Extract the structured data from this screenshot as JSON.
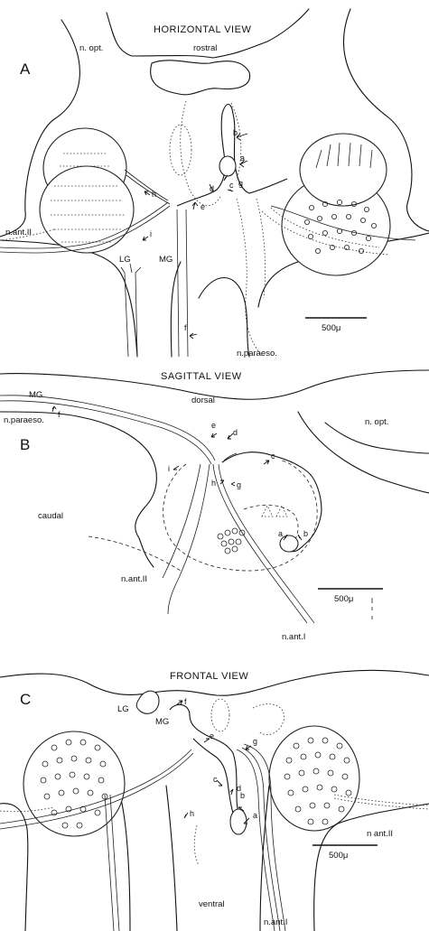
{
  "panels": {
    "A": {
      "letter": "A",
      "title": "HORIZONTAL VIEW",
      "orientation": "rostral",
      "labels": {
        "n_opt": "n. opt.",
        "n_ant_ii": "n.ant.II",
        "lg": "LG",
        "mg": "MG",
        "n_paraeso": "n.paraeso."
      },
      "points": [
        "a",
        "b",
        "c",
        "d",
        "e",
        "f",
        "g",
        "h",
        "i"
      ],
      "scale_bar": "500μ"
    },
    "B": {
      "letter": "B",
      "title": "SAGITTAL VIEW",
      "orientation_top": "dorsal",
      "orientation_left": "caudal",
      "labels": {
        "mg": "MG",
        "n_paraeso": "n.paraeso.",
        "n_opt": "n. opt.",
        "n_ant_ii": "n.ant.II",
        "n_ant_i": "n.ant.I"
      },
      "points": [
        "a",
        "b",
        "c",
        "d",
        "e",
        "f",
        "g",
        "h",
        "i"
      ],
      "scale_bar": "500μ"
    },
    "C": {
      "letter": "C",
      "title": "FRONTAL VIEW",
      "orientation": "ventral",
      "labels": {
        "lg": "LG",
        "mg": "MG",
        "n_ant_ii": "n ant.II",
        "n_ant_i": "n.ant.I"
      },
      "points": [
        "a",
        "b",
        "c",
        "d",
        "e",
        "f",
        "g",
        "h"
      ],
      "scale_bar": "500μ"
    }
  },
  "colors": {
    "ink": "#111111",
    "paper": "#ffffff"
  }
}
